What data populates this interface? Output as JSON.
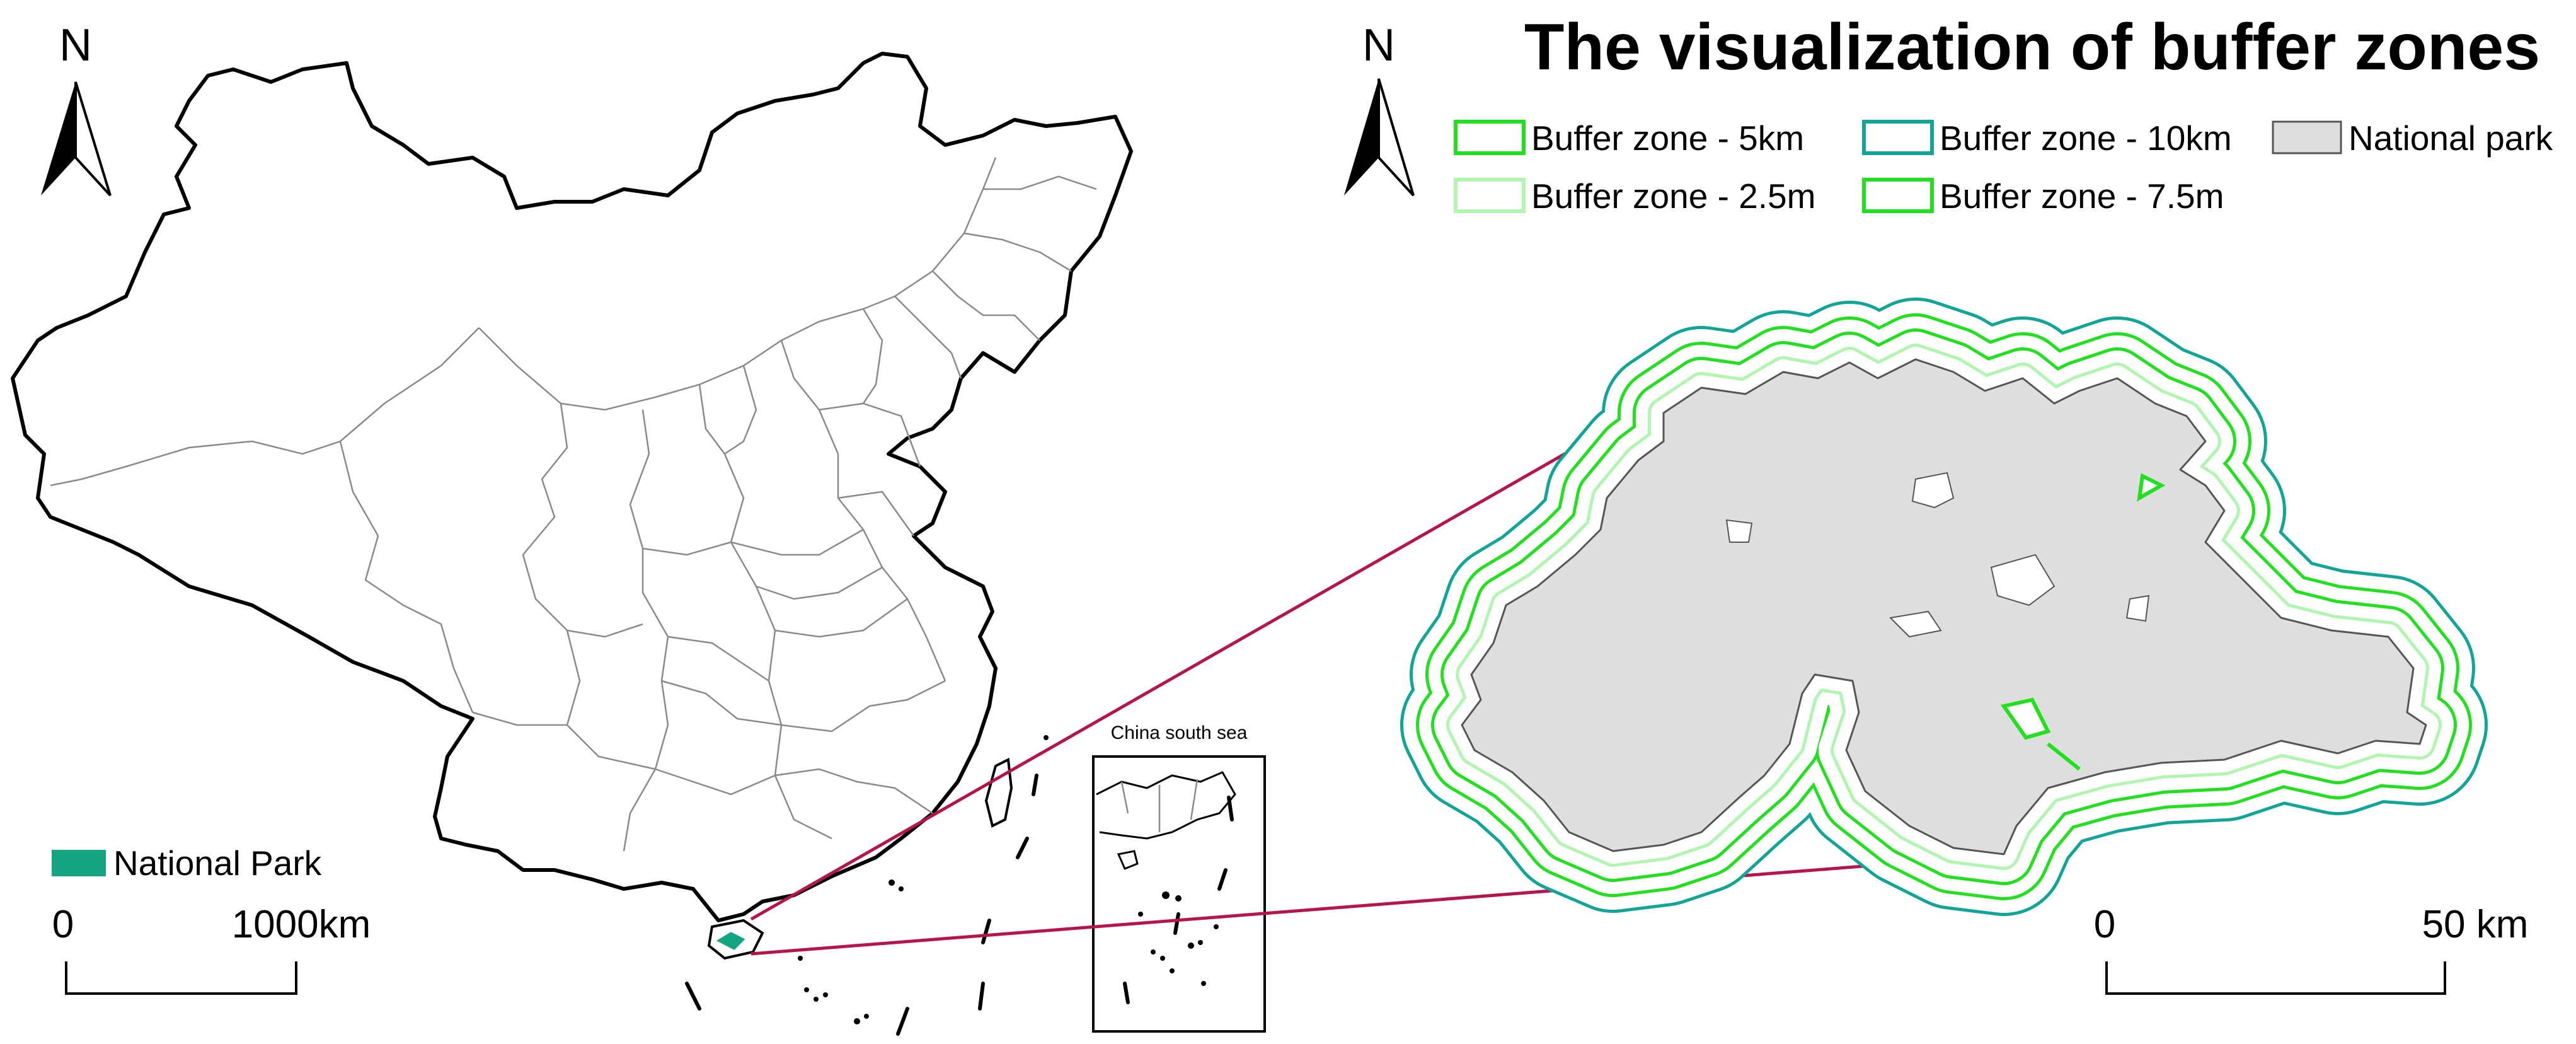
{
  "title": "The visualization of buffer zones",
  "left_map": {
    "north_label": "N",
    "legend": {
      "label": "National Park",
      "color": "#16a583"
    },
    "scale": {
      "start": "0",
      "end": "1000km"
    },
    "inset_label": "China south sea"
  },
  "right_map": {
    "north_label": "N",
    "legend": [
      {
        "label": "Buffer zone - 5km",
        "color": "#22e01f"
      },
      {
        "label": "Buffer zone - 2.5m",
        "color": "#b2f5b0"
      },
      {
        "label": "Buffer zone - 10km",
        "color": "#12a596"
      },
      {
        "label": "Buffer zone - 7.5m",
        "color": "#22e01f"
      },
      {
        "label": "National park",
        "color": "#dedede"
      }
    ],
    "scale": {
      "start": "0",
      "end": "50 km"
    }
  },
  "colors": {
    "leader_line": "#b5154b",
    "park_fill": "#dedede",
    "province_lines": "#8a8a8a"
  }
}
